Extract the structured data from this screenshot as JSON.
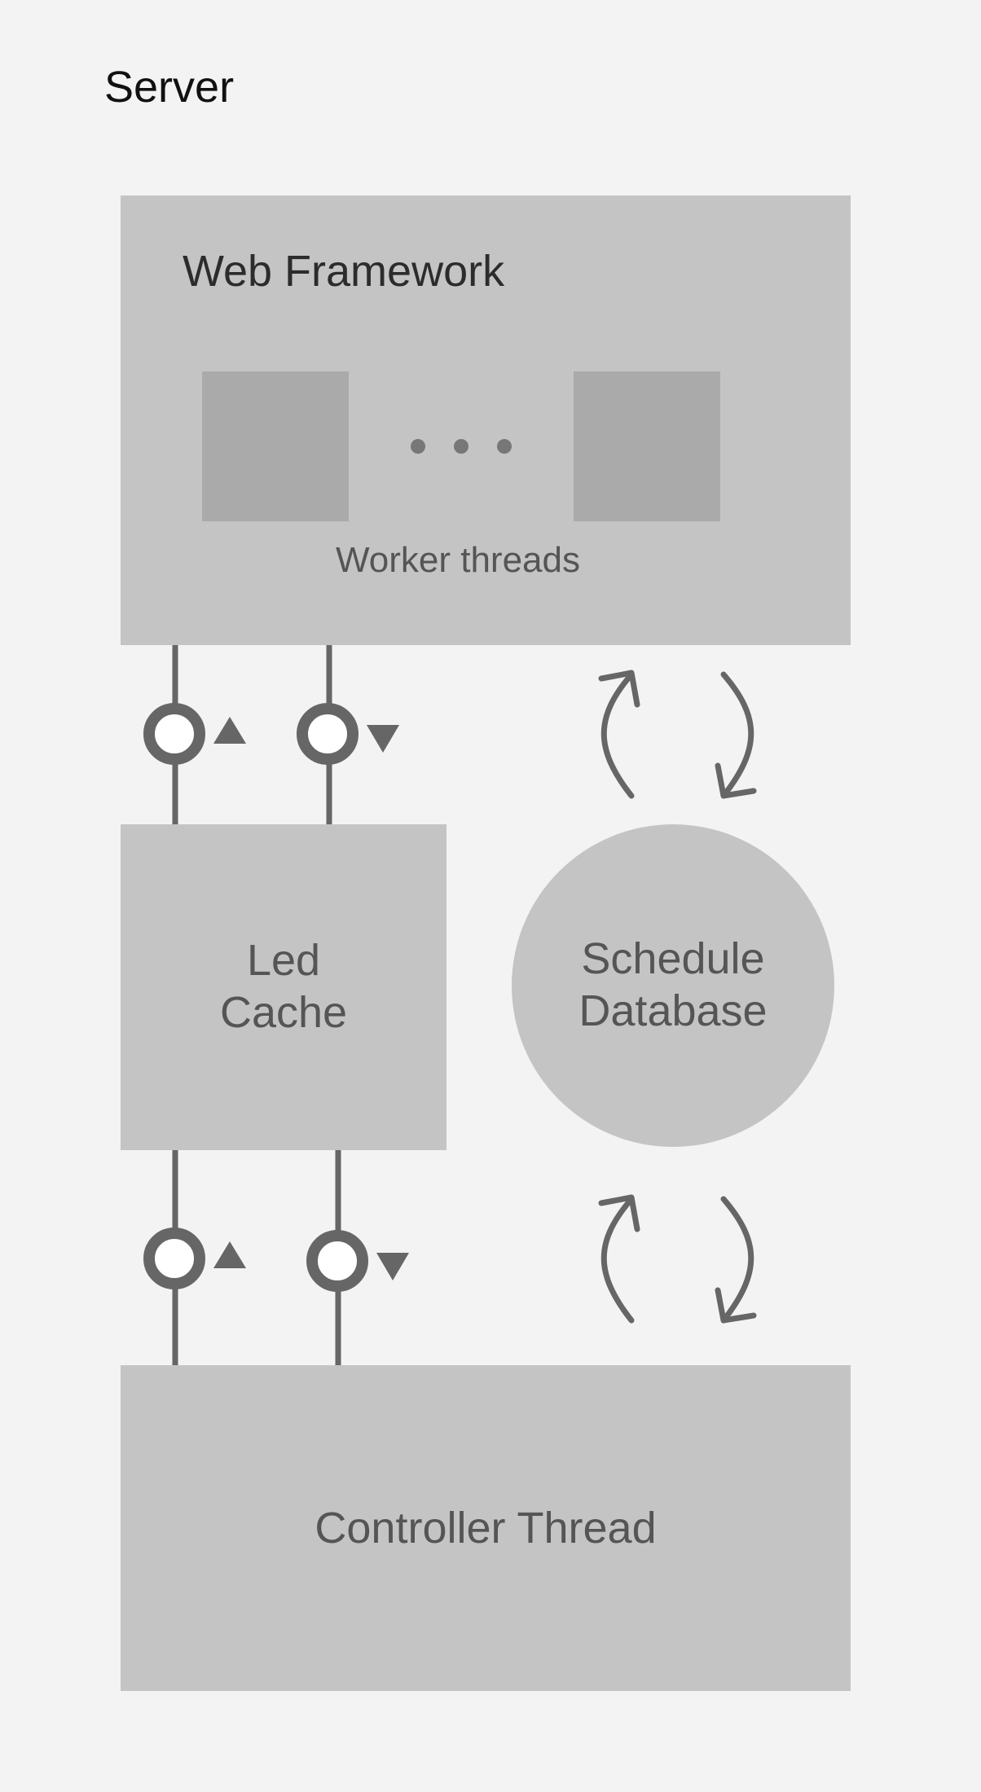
{
  "diagram": {
    "title": "Server",
    "web_framework": {
      "title": "Web Framework",
      "workers_label": "Worker threads"
    },
    "led_cache": {
      "line1": "Led",
      "line2": "Cache"
    },
    "schedule_database": {
      "line1": "Schedule",
      "line2": "Database"
    },
    "controller_thread": {
      "label": "Controller Thread"
    },
    "colors": {
      "background": "#f3f3f3",
      "box": "#c4c4c4",
      "worker": "#aaaaaa",
      "line": "#666666",
      "text": "#555555"
    }
  }
}
